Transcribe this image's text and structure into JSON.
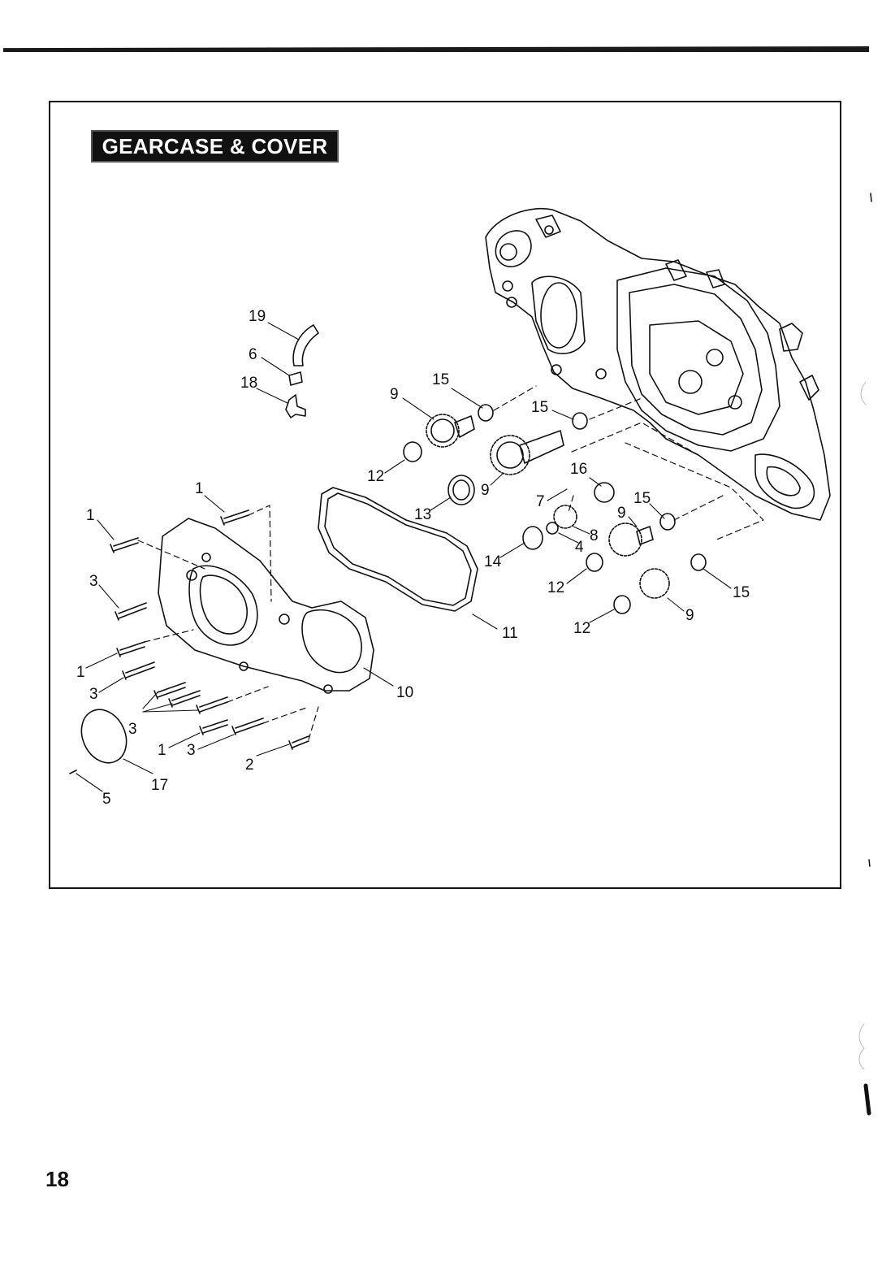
{
  "title": "GEARCASE & COVER",
  "page_number": "18",
  "callouts": [
    "19",
    "6",
    "18",
    "15",
    "9",
    "15",
    "12",
    "9",
    "13",
    "16",
    "7",
    "15",
    "9",
    "8",
    "4",
    "14",
    "12",
    "15",
    "9",
    "12",
    "11",
    "1",
    "1",
    "3",
    "1",
    "3",
    "3",
    "1",
    "3",
    "2",
    "10",
    "17",
    "5"
  ]
}
